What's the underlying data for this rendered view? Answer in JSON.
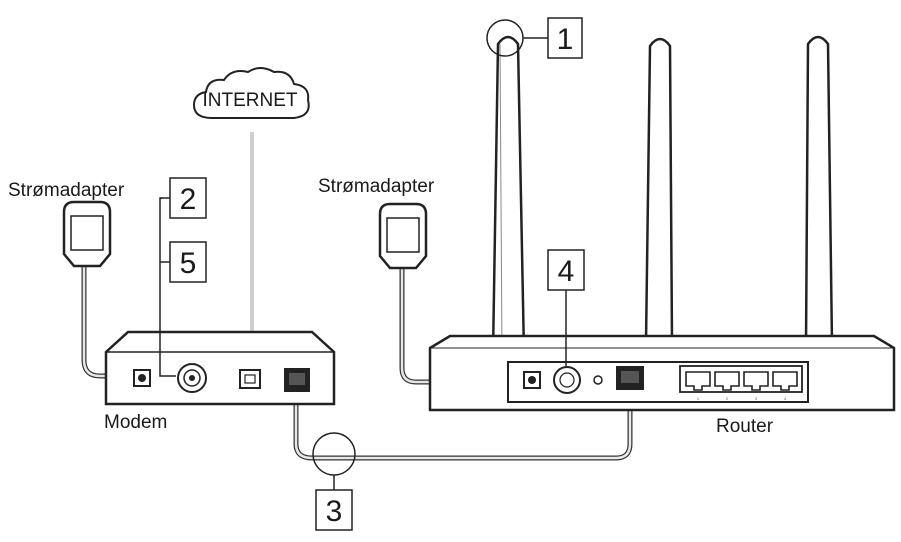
{
  "labels": {
    "internet": "INTERNET",
    "adapter_left": "Strømadapter",
    "adapter_right": "Strømadapter",
    "modem": "Modem",
    "router": "Router"
  },
  "callouts": {
    "c1": "1",
    "c2": "2",
    "c3": "3",
    "c4": "4",
    "c5": "5"
  },
  "port_labels": [
    "1",
    "2",
    "3",
    "4"
  ]
}
